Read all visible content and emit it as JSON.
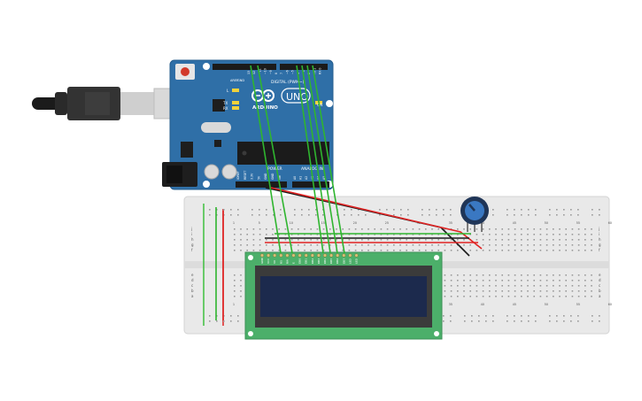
{
  "board": {
    "brand": "ARDUINO",
    "model": "UNO",
    "digital_label": "DIGITAL (PWM~)",
    "power_label": "POWER",
    "analog_label": "ANALOG IN",
    "aref_label": "AREF",
    "gnd_label": "GND",
    "tx_label": "TX",
    "rx_label": "RX",
    "l_label": "L",
    "on_label": "ON",
    "power_pins": [
      "IOREF",
      "RESET",
      "3.3V",
      "5V",
      "GND",
      "GND",
      "Vin"
    ],
    "analog_pins": [
      "A0",
      "A1",
      "A2",
      "A3",
      "A4",
      "A5"
    ],
    "digital_pins": [
      "13",
      "12",
      "~11",
      "~10",
      "~9",
      "8",
      "7",
      "~6",
      "~5",
      "4",
      "~3",
      "2",
      "TX 1",
      "RX 0"
    ]
  },
  "breadboard": {
    "row_letters_top": [
      "j",
      "i",
      "h",
      "g",
      "f"
    ],
    "row_letters_bottom": [
      "e",
      "d",
      "c",
      "b",
      "a"
    ],
    "column_numbers": [
      "1",
      "5",
      "10",
      "15",
      "20",
      "25",
      "30",
      "35",
      "40",
      "45",
      "50",
      "55",
      "60"
    ]
  },
  "lcd": {
    "pin_labels": [
      "GND",
      "VCC",
      "V0",
      "RS",
      "RW",
      "E",
      "DB0",
      "DB1",
      "DB2",
      "DB3",
      "DB4",
      "DB5",
      "DB6",
      "DB7",
      "LED",
      "LED"
    ]
  },
  "colors": {
    "board": "#2f6fa7",
    "breadboard": "#e9e9e9",
    "lcd_pcb": "#4caf6a",
    "lcd_screen": "#1c2a4d",
    "wire_green": "#2fb52f",
    "wire_red": "#e02424",
    "wire_black": "#1a1a1a"
  }
}
